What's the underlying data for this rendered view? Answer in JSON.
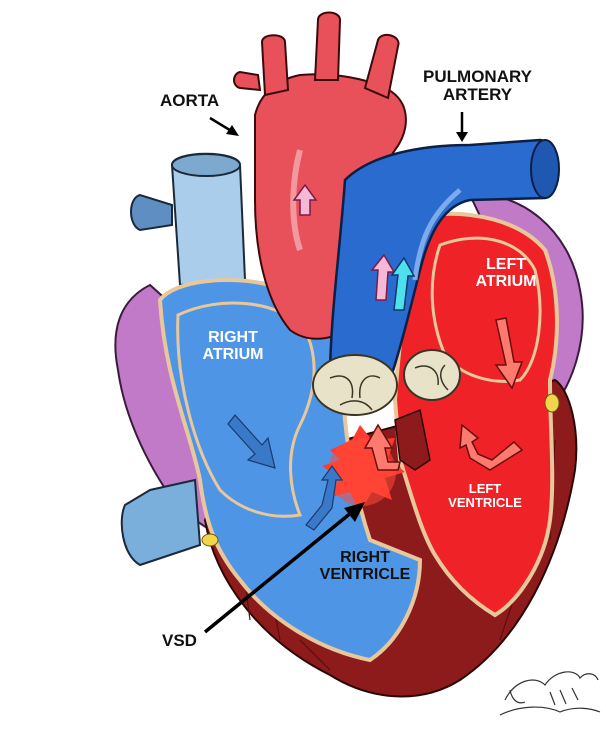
{
  "labels": {
    "aorta": "AORTA",
    "pulmonary_line1": "PULMONARY",
    "pulmonary_line2": "ARTERY",
    "left_atrium_line1": "LEFT",
    "left_atrium_line2": "ATRIUM",
    "right_atrium_line1": "RIGHT",
    "right_atrium_line2": "ATRIUM",
    "left_ventricle_line1": "LEFT",
    "left_ventricle_line2": "VENTRICLE",
    "right_ventricle_line1": "RIGHT",
    "right_ventricle_line2": "VENTRICLE",
    "vsd": "VSD"
  },
  "signature": "Steve G. 2003",
  "colors": {
    "aorta_red": "#e8505a",
    "pulmonary_blue": "#2a6bd0",
    "vena_cava_blue": "#a9cdea",
    "right_heart_blue": "#4f95e6",
    "left_heart_red": "#ee2227",
    "myocardium": "#8e1b1b",
    "pericardium_purple": "#c07ac8",
    "valve_cream": "#e8e2c8",
    "fat_yellow": "#f2d54a"
  }
}
